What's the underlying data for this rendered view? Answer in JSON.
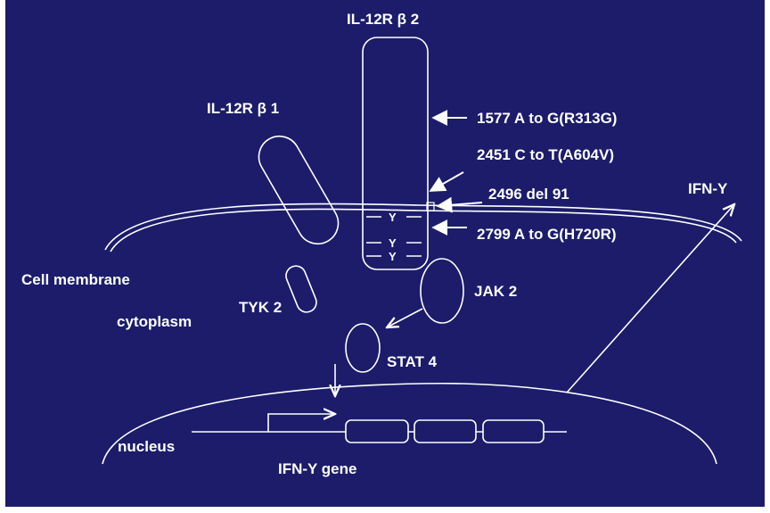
{
  "colors": {
    "background": "#1c1c6b",
    "foreground": "#ffffff"
  },
  "labels": {
    "il12rb2": "IL-12R β 2",
    "il12rb1": "IL-12R β 1",
    "mut1": "1577 A to G(R313G)",
    "mut2": "2451 C to T(A604V)",
    "mut3": "2496 del 91",
    "mut4": "2799 A to G(H720R)",
    "ifn_right": "IFN-Y",
    "cell_membrane": "Cell membrane",
    "tyk2": "TYK 2",
    "jak2": "JAK 2",
    "cytoplasm": "cytoplasm",
    "stat4": "STAT 4",
    "nucleus": "nucleus",
    "ifn_gene": "IFN-Y  gene"
  },
  "tyrosines": [
    "Y",
    "Y",
    "Y"
  ]
}
